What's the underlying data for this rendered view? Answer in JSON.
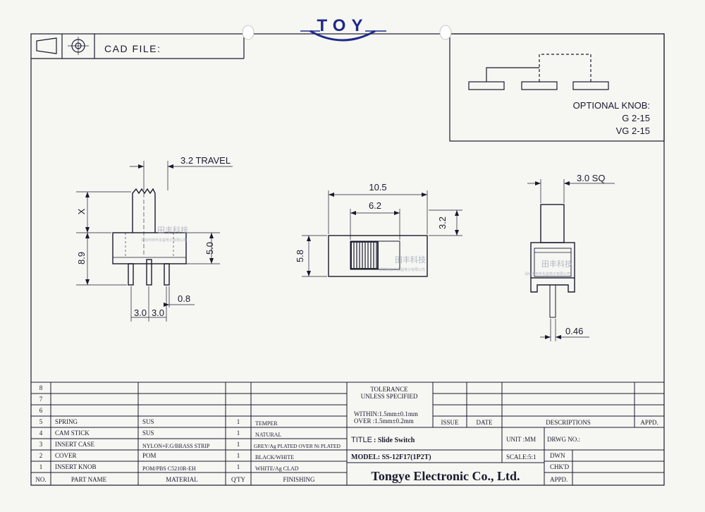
{
  "header": {
    "brand": "TOY",
    "cad_label": "CAD FILE:"
  },
  "optional_knob": {
    "title": "OPTIONAL KNOB:",
    "line1": "G 2-15",
    "line2": "VG 2-15"
  },
  "dimensions": {
    "travel": "3.2 TRAVEL",
    "x": "X",
    "h_8_9": "8.9",
    "h_5_0": "5.0",
    "pin_a": "3.0",
    "pin_b": "3.0",
    "pin_w": "0.8",
    "len_10_5": "10.5",
    "len_6_2": "6.2",
    "h_3_2": "3.2",
    "h_5_8": "5.8",
    "sq": "3.0 SQ",
    "pin_046": "0.46"
  },
  "parts_table": {
    "headers": {
      "no": "NO.",
      "part": "PART  NAME",
      "material": "MATERIAL",
      "qty": "Q'TY",
      "finishing": "FINISHING"
    },
    "rows": [
      {
        "no": "8",
        "part": "",
        "material": "",
        "qty": "",
        "finishing": ""
      },
      {
        "no": "7",
        "part": "",
        "material": "",
        "qty": "",
        "finishing": ""
      },
      {
        "no": "6",
        "part": "",
        "material": "",
        "qty": "",
        "finishing": ""
      },
      {
        "no": "5",
        "part": "SPRING",
        "material": "SUS",
        "qty": "1",
        "finishing": "TEMPER"
      },
      {
        "no": "4",
        "part": "CAM STICK",
        "material": "SUS",
        "qty": "1",
        "finishing": "NATURAL"
      },
      {
        "no": "3",
        "part": "INSERT CASE",
        "material": "NYLON+F.G/BRASS STRIP",
        "qty": "1",
        "finishing": "GREY/Ag PLATED OVER Ni PLATED"
      },
      {
        "no": "2",
        "part": "COVER",
        "material": "POM",
        "qty": "1",
        "finishing": "BLACK/WHITE"
      },
      {
        "no": "1",
        "part": "INSERT KNOB",
        "material": "POM/PBS C5210R-EH",
        "qty": "1",
        "finishing": "WHITE/Ag CLAD"
      }
    ]
  },
  "title_block": {
    "tolerance_1": "TOLERANCE",
    "tolerance_2": "UNLESS SPECIFIED",
    "within": "WITHIN:1.5mm±0.1mm",
    "over": "OVER   :1.5mm±0.2mm",
    "issue": "ISSUE",
    "date": "DATE",
    "descriptions": "DESCRIPTIONS",
    "appd_col": "APPD.",
    "title_label": "TITLE",
    "title_value": ": Slide   Switch",
    "unit": "UNIT :MM",
    "drwg": "DRWG NO.:",
    "model": "MODEL: SS-12F17(1P2T)",
    "scale": "SCALE:5:1",
    "dwn": "DWN",
    "chkd": "CHK'D",
    "appd": "APPD.",
    "company": "Tongye Electronic Co., Ltd."
  },
  "watermark": {
    "name": "田丰科技",
    "sub": "深圳市田丰永益电子有限公司"
  },
  "colors": {
    "ink": "#1a1a2e",
    "logo_blue": "#1e2a8a",
    "paper": "#f6f6f3",
    "watermark": "#9aa2b0"
  }
}
